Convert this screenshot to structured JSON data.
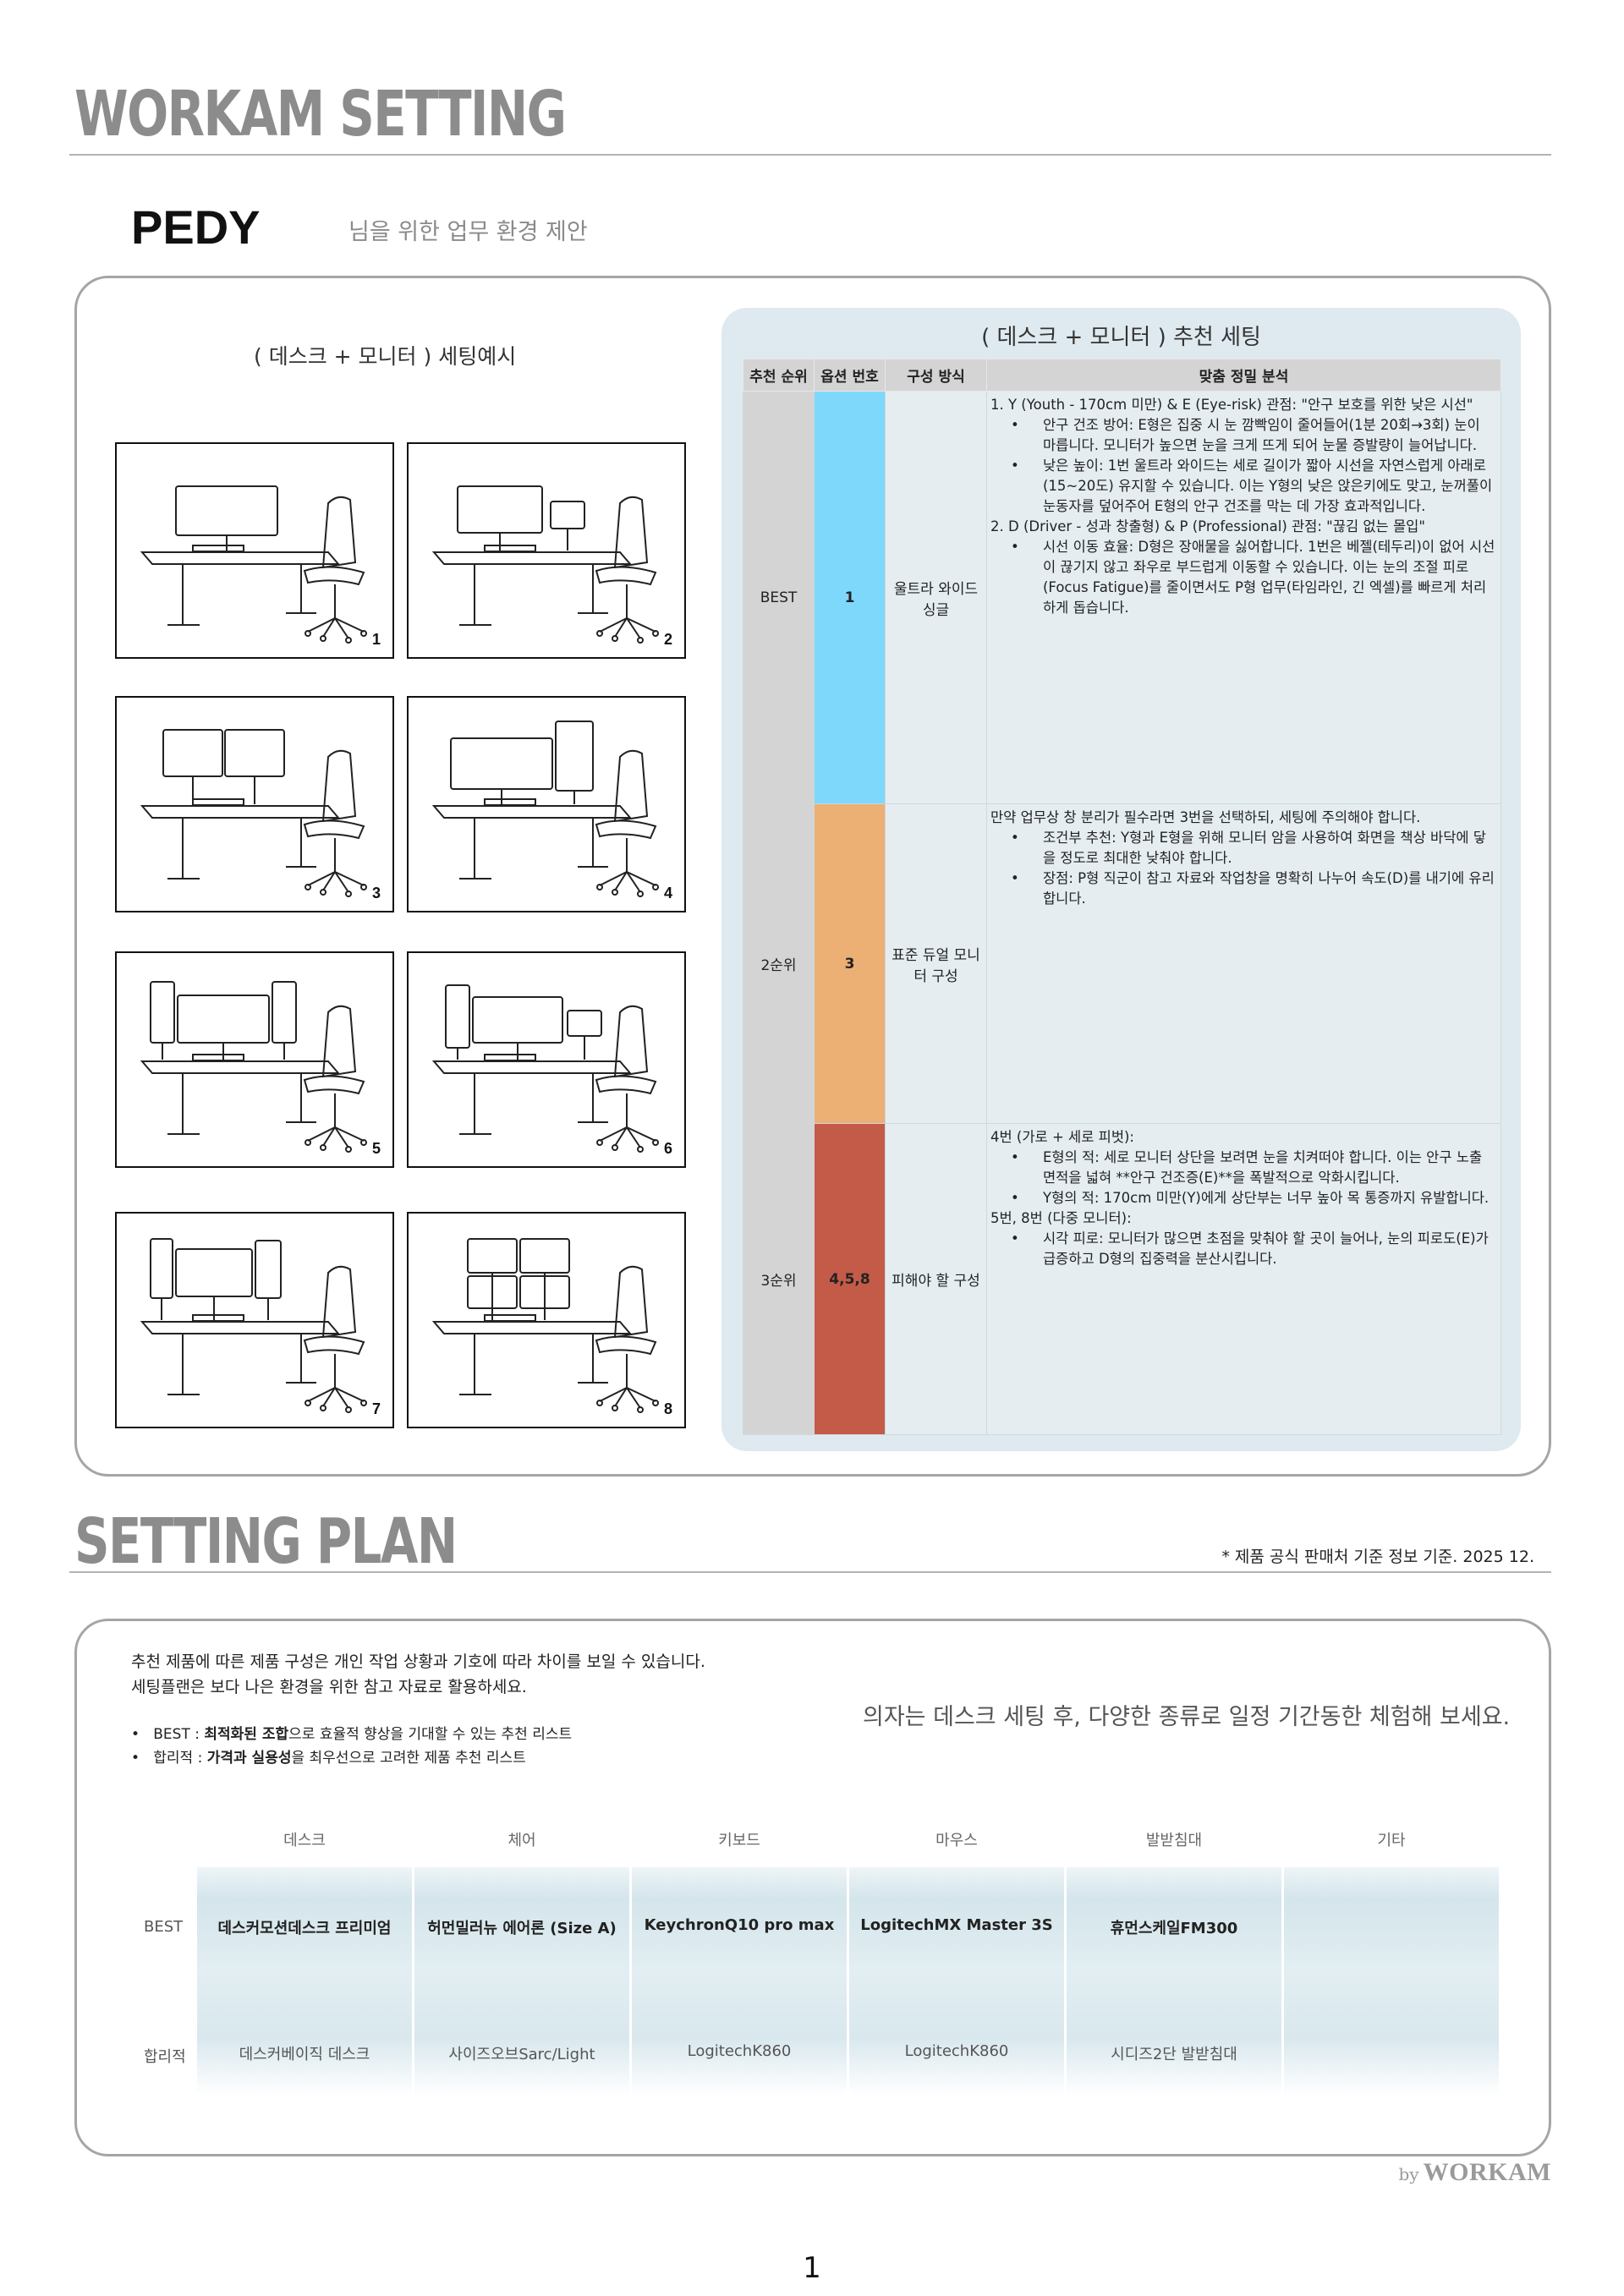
{
  "header": {
    "title": "WORKAM SETTING",
    "client": "PEDY",
    "subtitle": "님을 위한 업무 환경 제안"
  },
  "examples": {
    "title": "( 데스크 + 모니터 ) 세팅예시",
    "items": [
      "1",
      "2",
      "3",
      "4",
      "5",
      "6",
      "7",
      "8"
    ]
  },
  "recommend": {
    "title": "( 데스크 + 모니터 ) 추천 세팅",
    "headers": [
      "추천 순위",
      "옵션 번호",
      "구성 방식",
      "맞춤 정밀 분석"
    ],
    "rows": [
      {
        "rank": "BEST",
        "option": "1",
        "config": "울트라 와이드 싱글",
        "color": "#7ed8fb",
        "analysis": {
          "p1": "1. Y (Youth - 170cm 미만) & E (Eye-risk) 관점: \"안구 보호를 위한 낮은 시선\"",
          "b1": "안구 건조 방어: E형은 집중 시 눈 깜빡임이 줄어들어(1분 20회→3회) 눈이 마릅니다. 모니터가 높으면 눈을 크게 뜨게 되어 눈물 증발량이 늘어납니다.",
          "b2": "낮은 높이: 1번 울트라 와이드는 세로 길이가 짧아 시선을 자연스럽게 아래로(15~20도) 유지할 수 있습니다. 이는 Y형의 낮은 앉은키에도 맞고, 눈꺼풀이 눈동자를 덮어주어 E형의 안구 건조를 막는 데 가장 효과적입니다.",
          "p2": "2. D (Driver - 성과 창출형) & P (Professional) 관점: \"끊김 없는 몰입\"",
          "b3": "시선 이동 효율: D형은 장애물을 싫어합니다. 1번은 베젤(테두리)이 없어 시선이 끊기지 않고 좌우로 부드럽게 이동할 수 있습니다. 이는 눈의 조절 피로(Focus Fatigue)를 줄이면서도 P형 업무(타임라인, 긴 엑셀)를 빠르게 처리하게 돕습니다."
        }
      },
      {
        "rank": "2순위",
        "option": "3",
        "config": "표준 듀얼 모니터 구성",
        "color": "#ecaf74",
        "analysis": {
          "p1": "만약 업무상 창 분리가 필수라면 3번을 선택하되, 세팅에 주의해야 합니다.",
          "b1": "조건부 추천: Y형과 E형을 위해 모니터 암을 사용하여 화면을 책상 바닥에 닿을 정도로 최대한 낮춰야 합니다.",
          "b2": "장점: P형 직군이 참고 자료와 작업창을 명확히 나누어 속도(D)를 내기에 유리합니다."
        }
      },
      {
        "rank": "3순위",
        "option": "4,5,8",
        "config": "피해야 할 구성",
        "color": "#c45a48",
        "analysis": {
          "p1": "4번 (가로 + 세로 피벗):",
          "b1": "E형의 적: 세로 모니터 상단을 보려면 눈을 치켜떠야 합니다. 이는 안구 노출 면적을 넓혀 **안구 건조증(E)**을 폭발적으로 악화시킵니다.",
          "b2": "Y형의 적: 170cm 미만(Y)에게 상단부는 너무 높아 목 통증까지 유발합니다.",
          "p2": "5번, 8번 (다중 모니터):",
          "b3": "시각 피로: 모니터가 많으면 초점을 맞춰야 할 곳이 늘어나, 눈의 피로도(E)가 급증하고 D형의 집중력을 분산시킵니다."
        }
      }
    ]
  },
  "plan": {
    "title": "SETTING PLAN",
    "note": "* 제품 공식 판매처 기준  정보 기준. 2025 12.",
    "intro1": "추천 제품에 따른 제품 구성은 개인 작업 상황과 기호에 따라 차이를 보일 수 있습니다.",
    "intro2": "세팅플랜은 보다 나은 환경을 위한 참고 자료로 활용하세요.",
    "bullet1_pre": "BEST : ",
    "bullet1_bold": "최적화된 조합",
    "bullet1_post": "으로 효율적 향상을 기대할 수 있는 추천 리스트",
    "bullet2_pre": "합리적 : ",
    "bullet2_bold": "가격과 실용성",
    "bullet2_post": "을 최우선으로 고려한 제품 추천 리스트",
    "message": "의자는 데스크 세팅 후, 다양한 종류로 일정 기간동한 체험해 보세요.",
    "columns": [
      "데스크",
      "체어",
      "키보드",
      "마우스",
      "발받침대",
      "기타"
    ],
    "row_best": "BEST",
    "row_alt": "합리적",
    "best": [
      "데스커모션데스크 프리미엄",
      "허먼밀러뉴 에어론 (Size A)",
      "KeychronQ10 pro max",
      "LogitechMX Master 3S",
      "휴먼스케일FM300",
      ""
    ],
    "alt": [
      "데스커베이직 데스크",
      "사이즈오브Sarc/Light",
      "LogitechK860",
      "LogitechK860",
      "시디즈2단 발받침대",
      ""
    ]
  },
  "footer": {
    "by": "by",
    "brand": "WORKAM",
    "page": "1"
  }
}
